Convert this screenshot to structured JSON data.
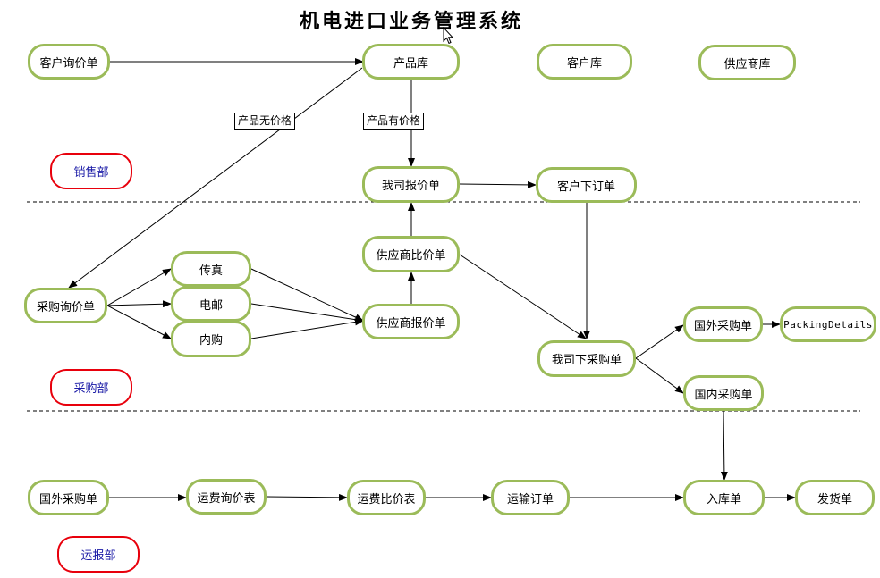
{
  "title": "机电进口业务管理系统",
  "colors": {
    "node_border": "#9bbb59",
    "dept_border": "#e8000c",
    "dept_text": "#1a1aa6",
    "edge": "#000000"
  },
  "departments": {
    "sales": "销售部",
    "purchasing": "采购部",
    "shipping": "运报部"
  },
  "nodes": {
    "customer_inquiry": "客户询价单",
    "product_db": "产品库",
    "customer_db": "客户库",
    "supplier_db": "供应商库",
    "our_quote": "我司报价单",
    "customer_order": "客户下订单",
    "purchase_inquiry": "采购询价单",
    "fax": "传真",
    "email": "电邮",
    "domestic_buy": "内购",
    "supplier_compare": "供应商比价单",
    "supplier_quote": "供应商报价单",
    "our_po": "我司下采购单",
    "foreign_po": "国外采购单",
    "packing_details": "PackingDetails",
    "domestic_po": "国内采购单",
    "foreign_po_ship": "国外采购单",
    "freight_inquiry": "运费询价表",
    "freight_compare": "运费比价表",
    "transport_order": "运输订单",
    "warehouse_in": "入库单",
    "delivery_note": "发货单"
  },
  "edge_labels": {
    "no_price": "产品无价格",
    "has_price": "产品有价格"
  }
}
